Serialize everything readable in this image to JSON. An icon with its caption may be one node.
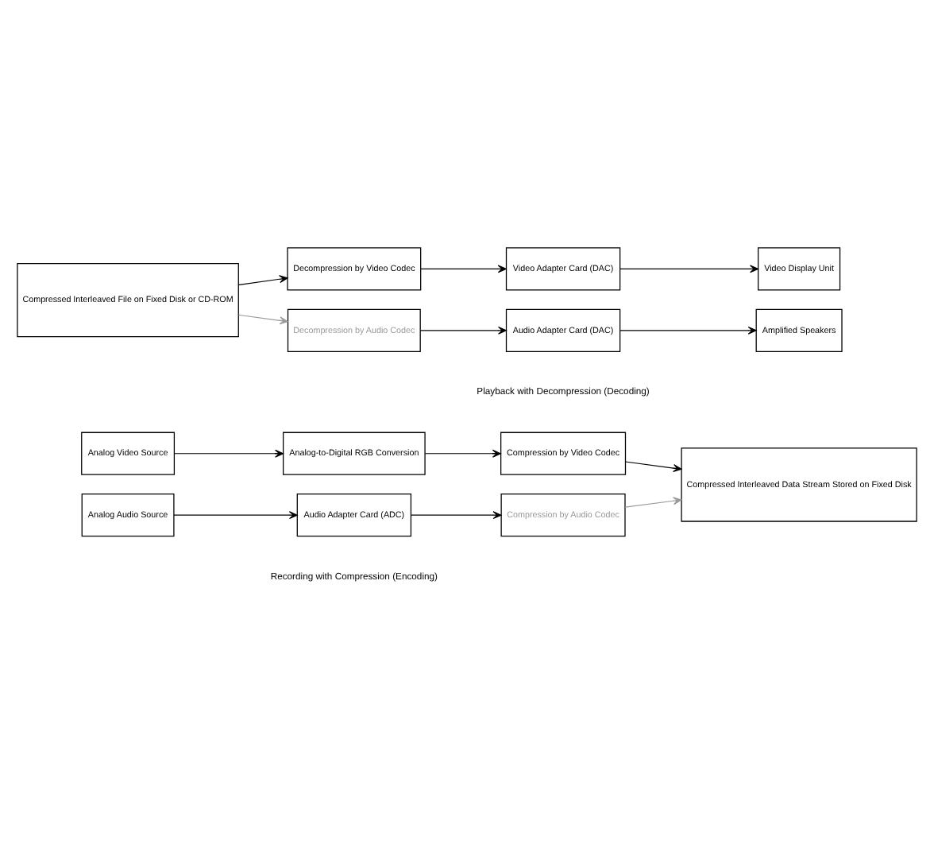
{
  "diagram": {
    "nodes": [
      {
        "text": [
          "Analog Video Source"
        ]
      },
      {
        "text": [
          "Analog-to-Digital RGB Conversion"
        ]
      },
      {
        "text": [
          "Compression by Video Codec"
        ]
      },
      {
        "text": [
          "Compressed Interleaved Data Stream Stored on Fixed Disk"
        ]
      },
      {
        "text": [
          "Analog Audio Source"
        ]
      },
      {
        "text": [
          "Audio Adapter Card (ADC)"
        ]
      },
      {
        "text": [
          "Compression by Audio Codec"
        ]
      },
      {
        "text": [
          "Compressed Interleaved File on Fixed Disk or CD-ROM"
        ]
      },
      {
        "text": [
          "Decompression by Video Codec"
        ]
      },
      {
        "text": [
          "Video Adapter Card (DAC)"
        ]
      },
      {
        "text": [
          "Video Display Unit"
        ]
      },
      {
        "text": [
          "Decompression by Audio Codec"
        ]
      },
      {
        "text": [
          "Audio Adapter Card (DAC)"
        ]
      },
      {
        "text": [
          "Amplified Speakers"
        ]
      }
    ],
    "edges": [
      {
        "from": 0,
        "to": 1,
        "arrow": "to"
      },
      {
        "from": 1,
        "to": 2,
        "arrow": "to"
      },
      {
        "from": 2,
        "to": 3,
        "arrow": "to"
      },
      {
        "from": 4,
        "to": 5,
        "arrow": "to"
      },
      {
        "from": 5,
        "to": 6,
        "arrow": "to"
      },
      {
        "from": 6,
        "to": 3,
        "arrow": "to",
        "color": "#9a9a9a"
      },
      {
        "from": 7,
        "to": 8,
        "arrow": "to"
      },
      {
        "from": 7,
        "to": 11,
        "arrow": "to",
        "color": "#9a9a9a"
      },
      {
        "from": 8,
        "to": 9,
        "arrow": "to"
      },
      {
        "from": 9,
        "to": 10,
        "arrow": "to"
      },
      {
        "from": 11,
        "to": 12,
        "arrow": "to"
      },
      {
        "from": 12,
        "to": 13,
        "arrow": "to"
      }
    ],
    "labels": [
      "Recording with Compression (Encoding)",
      "Playback with Decompression (Decoding)"
    ]
  }
}
